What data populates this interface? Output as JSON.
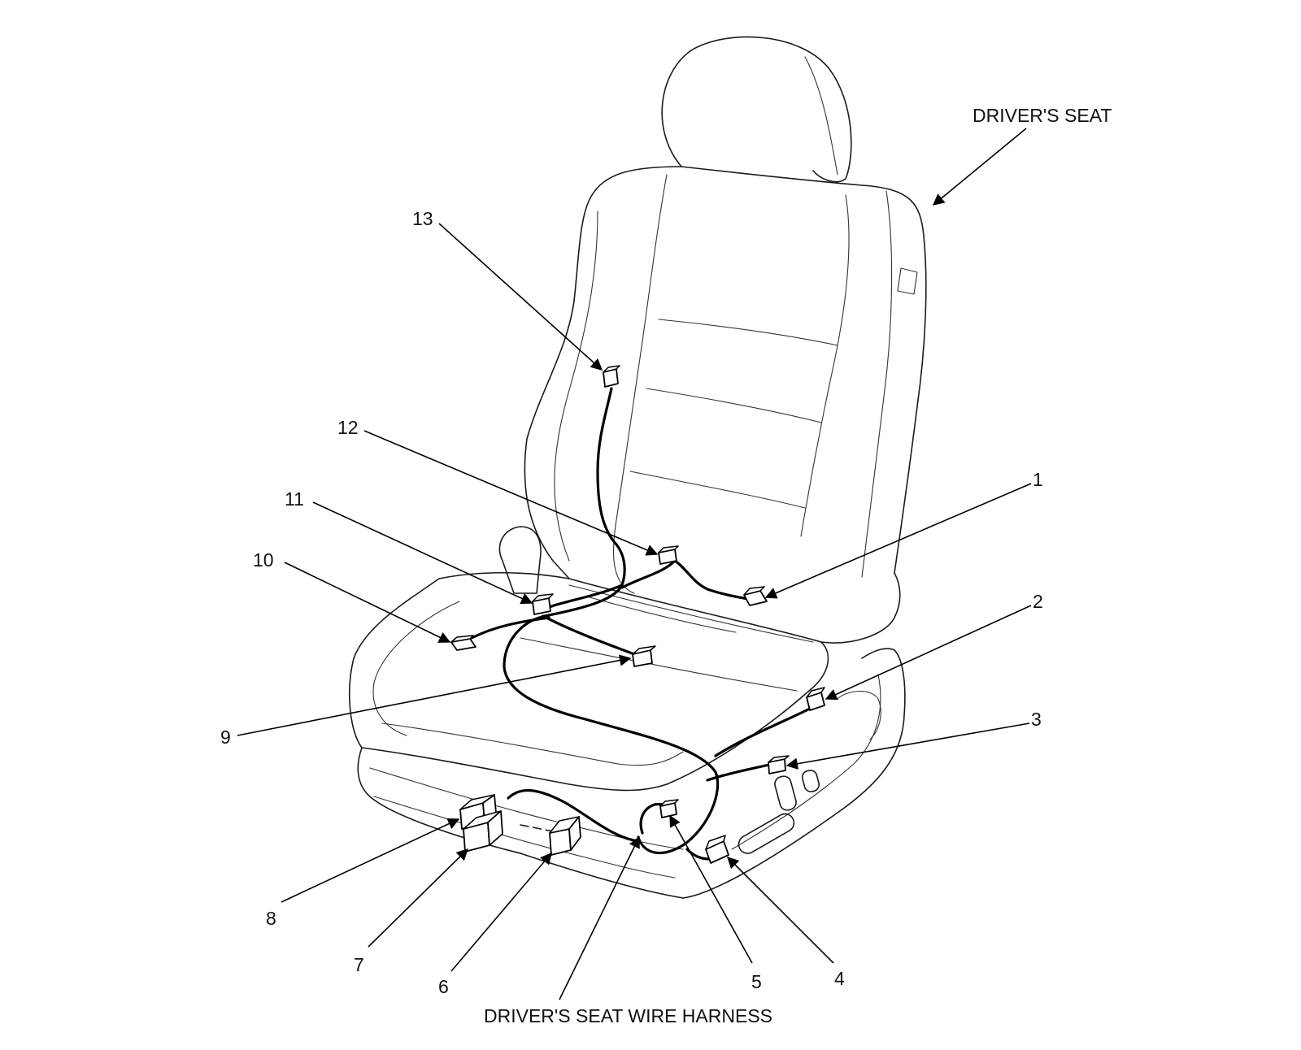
{
  "labels": {
    "drivers_seat": "DRIVER'S SEAT",
    "wire_harness": "DRIVER'S SEAT WIRE HARNESS"
  },
  "callouts": [
    "1",
    "2",
    "3",
    "4",
    "5",
    "6",
    "7",
    "8",
    "9",
    "10",
    "11",
    "12",
    "13"
  ],
  "colors": {
    "line": "#1a1a1a",
    "background": "#ffffff"
  }
}
